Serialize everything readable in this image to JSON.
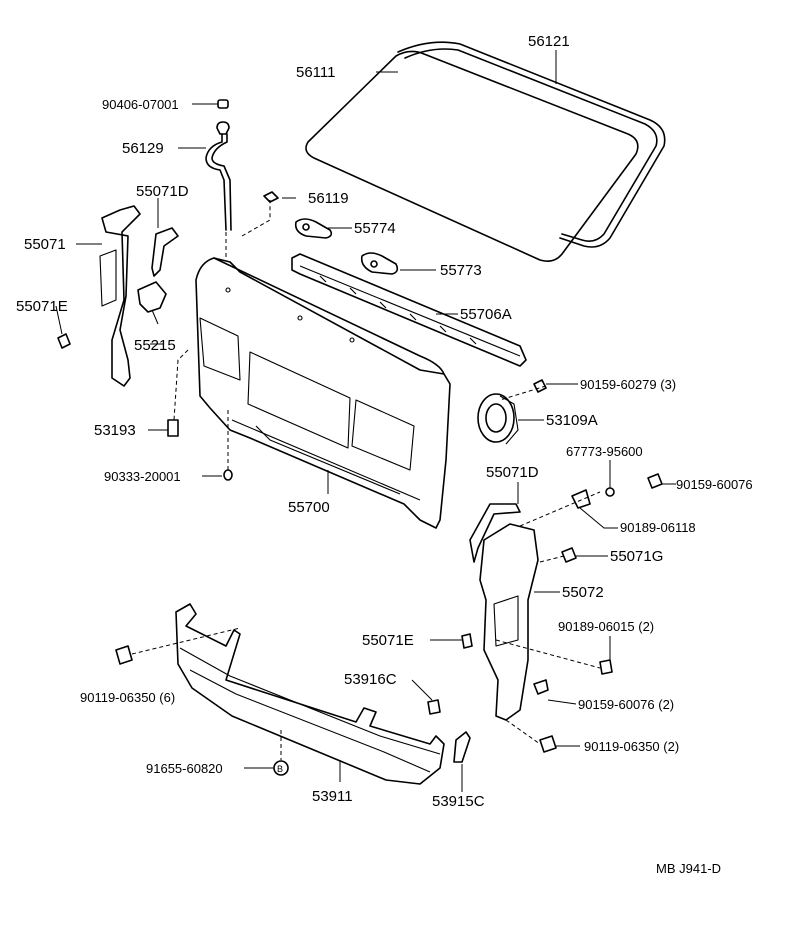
{
  "diagram": {
    "labels": {
      "p56121": "56121",
      "p56111": "56111",
      "p90406": "90406-07001",
      "p56129": "56129",
      "p56119": "56119",
      "p55071D_a": "55071D",
      "p55774": "55774",
      "p55071": "55071",
      "p55773": "55773",
      "p55071E_a": "55071E",
      "p55706A": "55706A",
      "p55215": "55215",
      "p90159_60279": "90159-60279 (3)",
      "p53109A": "53109A",
      "p53193": "53193",
      "p67773": "67773-95600",
      "p55071D_b": "55071D",
      "p90333": "90333-20001",
      "p90159_60076_a": "90159-60076",
      "p55700": "55700",
      "p90189_06118": "90189-06118",
      "p55071G": "55071G",
      "p55072": "55072",
      "p90189_06015": "90189-06015 (2)",
      "p55071E_b": "55071E",
      "p90119_06350_a": "90119-06350 (6)",
      "p53916C": "53916C",
      "p90159_60076_b": "90159-60076 (2)",
      "p90119_06350_b": "90119-06350 (2)",
      "p91655": "91655-60820",
      "p53911": "53911",
      "p53915C": "53915C"
    },
    "footer_code": "MB  J941-D"
  }
}
